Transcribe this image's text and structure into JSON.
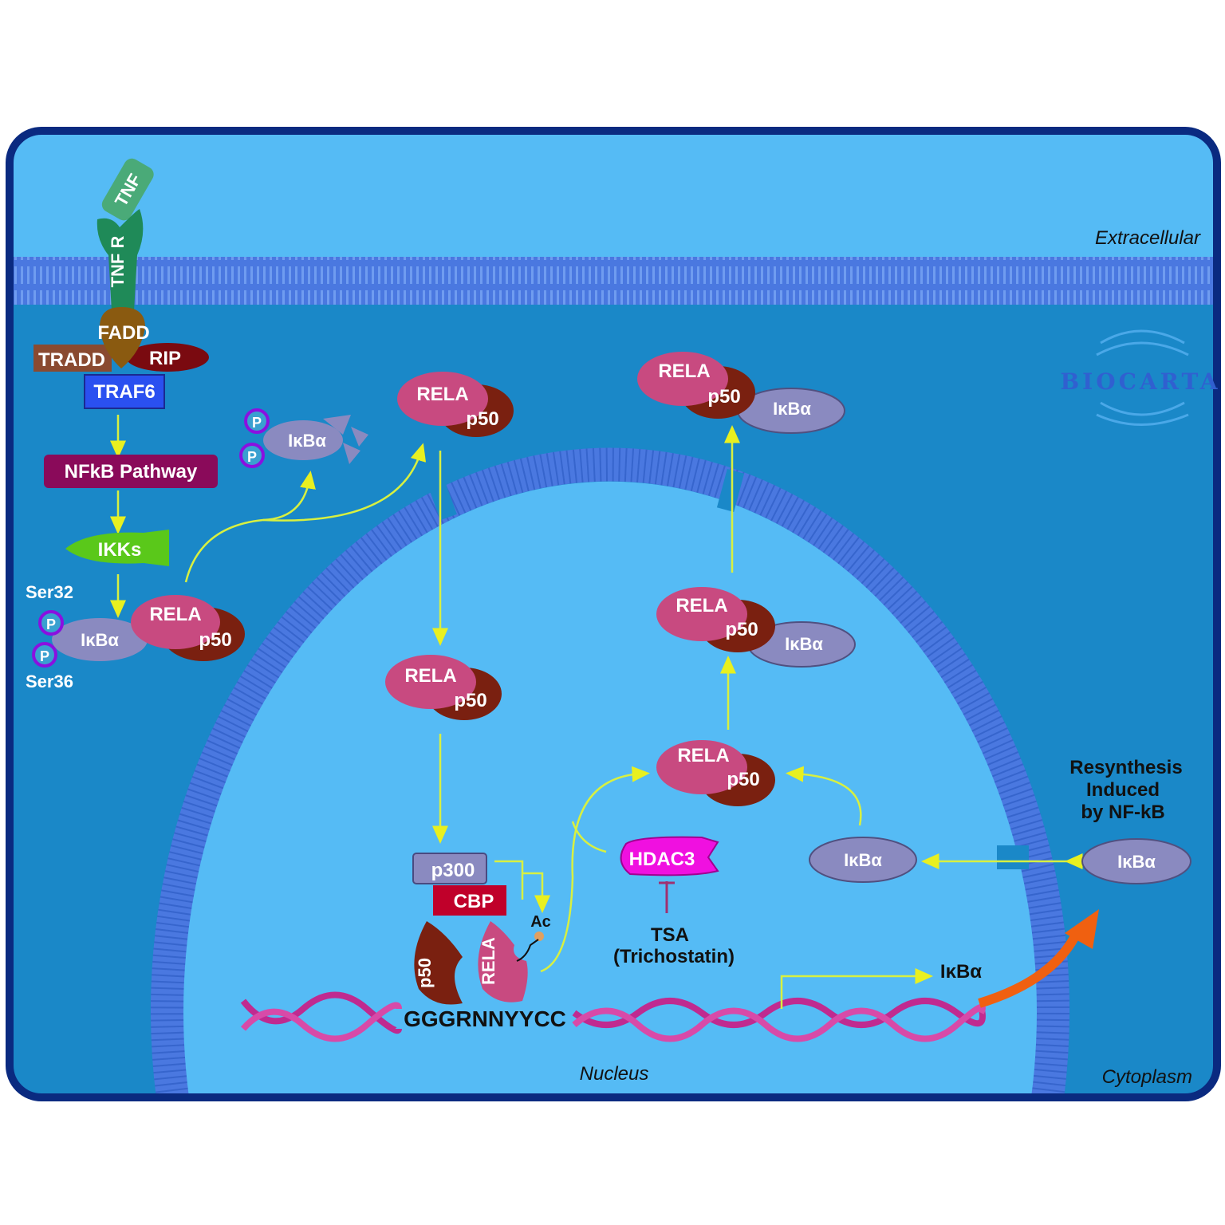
{
  "title": "NF-kB / HDAC3 / IkBa pathway diagram",
  "compartments": {
    "extracellular": "Extracellular",
    "cytoplasm": "Cytoplasm",
    "nucleus": "Nucleus"
  },
  "logo": "BioCarta",
  "receptor": {
    "ligand": "TNF",
    "receptor": "TNF R",
    "fadd": "FADD",
    "tradd": "TRADD",
    "rip": "RIP",
    "traf6": "TRAF6"
  },
  "nfkb_pathway": "NFkB Pathway",
  "ikks": "IKKs",
  "phospho": {
    "p": "P",
    "ser32": "Ser32",
    "ser36": "Ser36"
  },
  "proteins": {
    "rela": "RELA",
    "p50": "p50",
    "ikba": "IκBα",
    "p300": "p300",
    "cbp": "CBP",
    "ac": "Ac",
    "hdac3": "HDAC3"
  },
  "inhibitor": {
    "tsa": "TSA",
    "tsa_full": "(Trichostatin)"
  },
  "dna": {
    "motif": "GGGRNNYYCC",
    "gene": "IκBα"
  },
  "resynthesis": [
    "Resynthesis",
    "Induced",
    "by NF-kB"
  ],
  "colors": {
    "extracellular": "#55bbf5",
    "cytoplasm": "#1a88c8",
    "nucleus": "#55bbf5",
    "membrane": "#4a78e0",
    "rela": "#c84a80",
    "p50": "#7a2010",
    "ikba": "#8a8ac0",
    "arrow": "#d8f040"
  }
}
